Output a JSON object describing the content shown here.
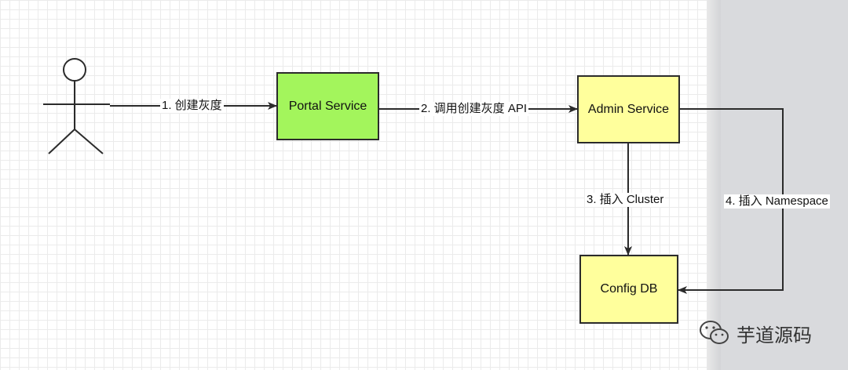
{
  "nodes": {
    "portal": "Portal Service",
    "admin": "Admin Service",
    "config": "Config DB"
  },
  "edges": {
    "e1": "1. 创建灰度",
    "e2": "2. 调用创建灰度 API",
    "e3": "3. 插入 Cluster",
    "e4": "4. 插入 Namespace"
  },
  "watermark": "芋道源码",
  "colors": {
    "portal_fill": "#a3f55c",
    "admin_fill": "#ffff9c",
    "config_fill": "#ffff9c",
    "stroke": "#2b2b2b"
  }
}
